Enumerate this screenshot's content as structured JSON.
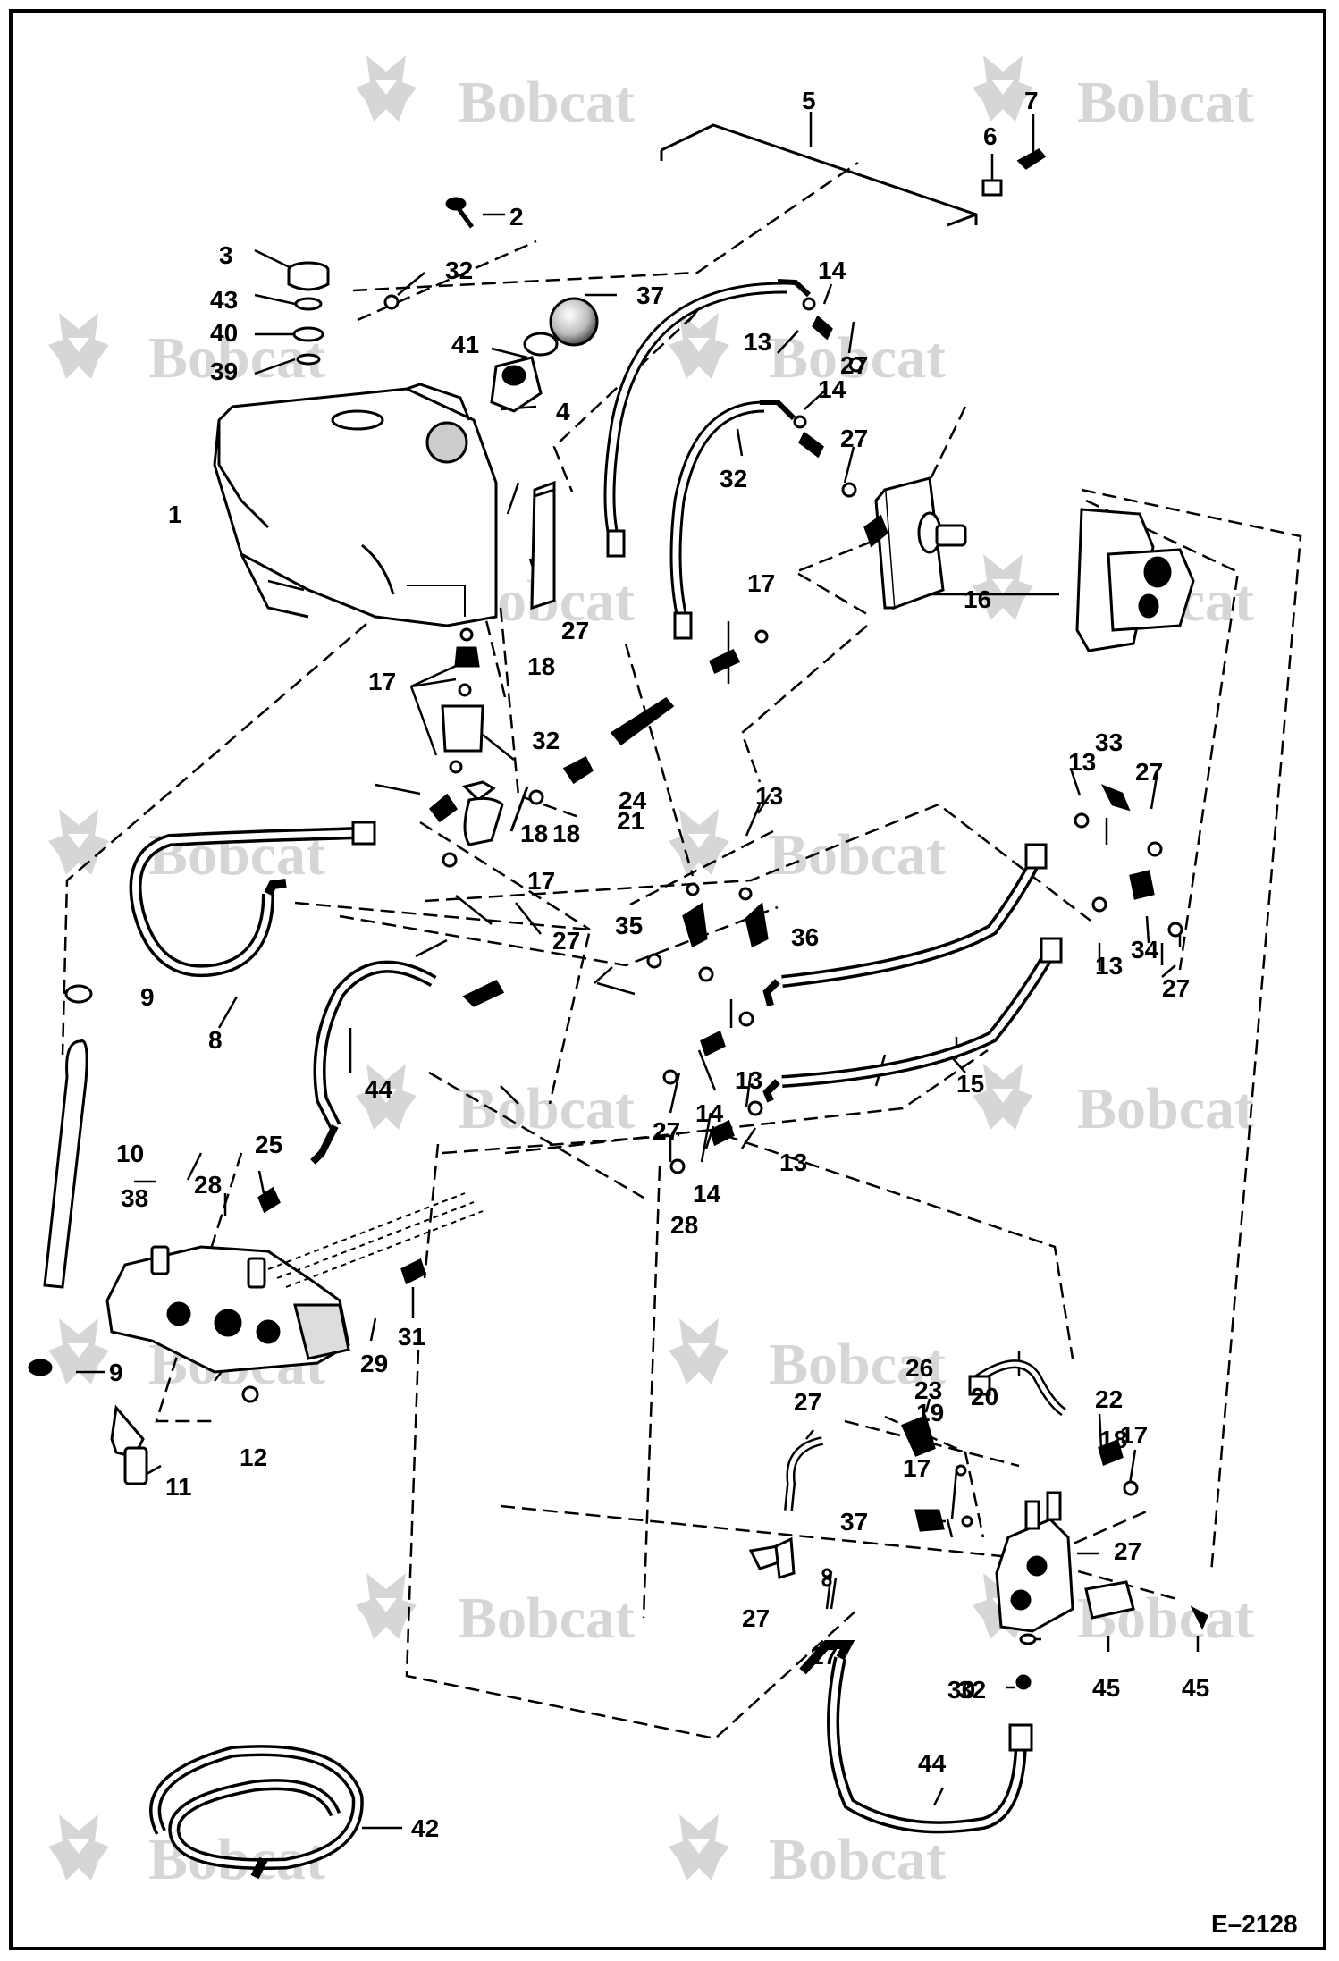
{
  "watermark": {
    "text": "Bobcat",
    "mark": "bobcat-logo-icon",
    "color": "#d6d6d6"
  },
  "figure_number": "E–2128",
  "callouts": [
    {
      "id": "c1",
      "label": "1"
    },
    {
      "id": "c2",
      "label": "2"
    },
    {
      "id": "c3",
      "label": "3"
    },
    {
      "id": "c4",
      "label": "4"
    },
    {
      "id": "c5",
      "label": "5"
    },
    {
      "id": "c6",
      "label": "6"
    },
    {
      "id": "c7",
      "label": "7"
    },
    {
      "id": "c8",
      "label": "8"
    },
    {
      "id": "c9a",
      "label": "9"
    },
    {
      "id": "c9b",
      "label": "9"
    },
    {
      "id": "c10",
      "label": "10"
    },
    {
      "id": "c11",
      "label": "11"
    },
    {
      "id": "c12",
      "label": "12"
    },
    {
      "id": "c13a",
      "label": "13"
    },
    {
      "id": "c13b",
      "label": "13"
    },
    {
      "id": "c13c",
      "label": "13"
    },
    {
      "id": "c13d",
      "label": "13"
    },
    {
      "id": "c13e",
      "label": "13"
    },
    {
      "id": "c13f",
      "label": "13"
    },
    {
      "id": "c14a",
      "label": "14"
    },
    {
      "id": "c14b",
      "label": "14"
    },
    {
      "id": "c14c",
      "label": "14"
    },
    {
      "id": "c14d",
      "label": "14"
    },
    {
      "id": "c15",
      "label": "15"
    },
    {
      "id": "c16",
      "label": "16"
    },
    {
      "id": "c17a",
      "label": "17"
    },
    {
      "id": "c17b",
      "label": "17"
    },
    {
      "id": "c17c",
      "label": "17"
    },
    {
      "id": "c17d",
      "label": "17"
    },
    {
      "id": "c17e",
      "label": "17"
    },
    {
      "id": "c17f",
      "label": "17"
    },
    {
      "id": "c18a",
      "label": "18"
    },
    {
      "id": "c18b",
      "label": "18"
    },
    {
      "id": "c18c",
      "label": "18"
    },
    {
      "id": "c18d",
      "label": "18"
    },
    {
      "id": "c19",
      "label": "19"
    },
    {
      "id": "c20",
      "label": "20"
    },
    {
      "id": "c21",
      "label": "21"
    },
    {
      "id": "c22",
      "label": "22"
    },
    {
      "id": "c23",
      "label": "23"
    },
    {
      "id": "c24",
      "label": "24"
    },
    {
      "id": "c25",
      "label": "25"
    },
    {
      "id": "c26",
      "label": "26"
    },
    {
      "id": "c27a",
      "label": "27"
    },
    {
      "id": "c27b",
      "label": "27"
    },
    {
      "id": "c27c",
      "label": "27"
    },
    {
      "id": "c27d",
      "label": "27"
    },
    {
      "id": "c27e",
      "label": "27"
    },
    {
      "id": "c27f",
      "label": "27"
    },
    {
      "id": "c27g",
      "label": "27"
    },
    {
      "id": "c27h",
      "label": "27"
    },
    {
      "id": "c27i",
      "label": "27"
    },
    {
      "id": "c27j",
      "label": "27"
    },
    {
      "id": "c28a",
      "label": "28"
    },
    {
      "id": "c28b",
      "label": "28"
    },
    {
      "id": "c29",
      "label": "29"
    },
    {
      "id": "c30",
      "label": "30"
    },
    {
      "id": "c31",
      "label": "31"
    },
    {
      "id": "c32a",
      "label": "32"
    },
    {
      "id": "c32b",
      "label": "32"
    },
    {
      "id": "c32c",
      "label": "32"
    },
    {
      "id": "c32d",
      "label": "32"
    },
    {
      "id": "c33",
      "label": "33"
    },
    {
      "id": "c34",
      "label": "34"
    },
    {
      "id": "c35",
      "label": "35"
    },
    {
      "id": "c36",
      "label": "36"
    },
    {
      "id": "c37a",
      "label": "37"
    },
    {
      "id": "c37b",
      "label": "37"
    },
    {
      "id": "c38",
      "label": "38"
    },
    {
      "id": "c39",
      "label": "39"
    },
    {
      "id": "c40",
      "label": "40"
    },
    {
      "id": "c41",
      "label": "41"
    },
    {
      "id": "c42",
      "label": "42"
    },
    {
      "id": "c43",
      "label": "43"
    },
    {
      "id": "c44a",
      "label": "44"
    },
    {
      "id": "c44b",
      "label": "44"
    },
    {
      "id": "c45a",
      "label": "45"
    },
    {
      "id": "c45b",
      "label": "45"
    }
  ]
}
